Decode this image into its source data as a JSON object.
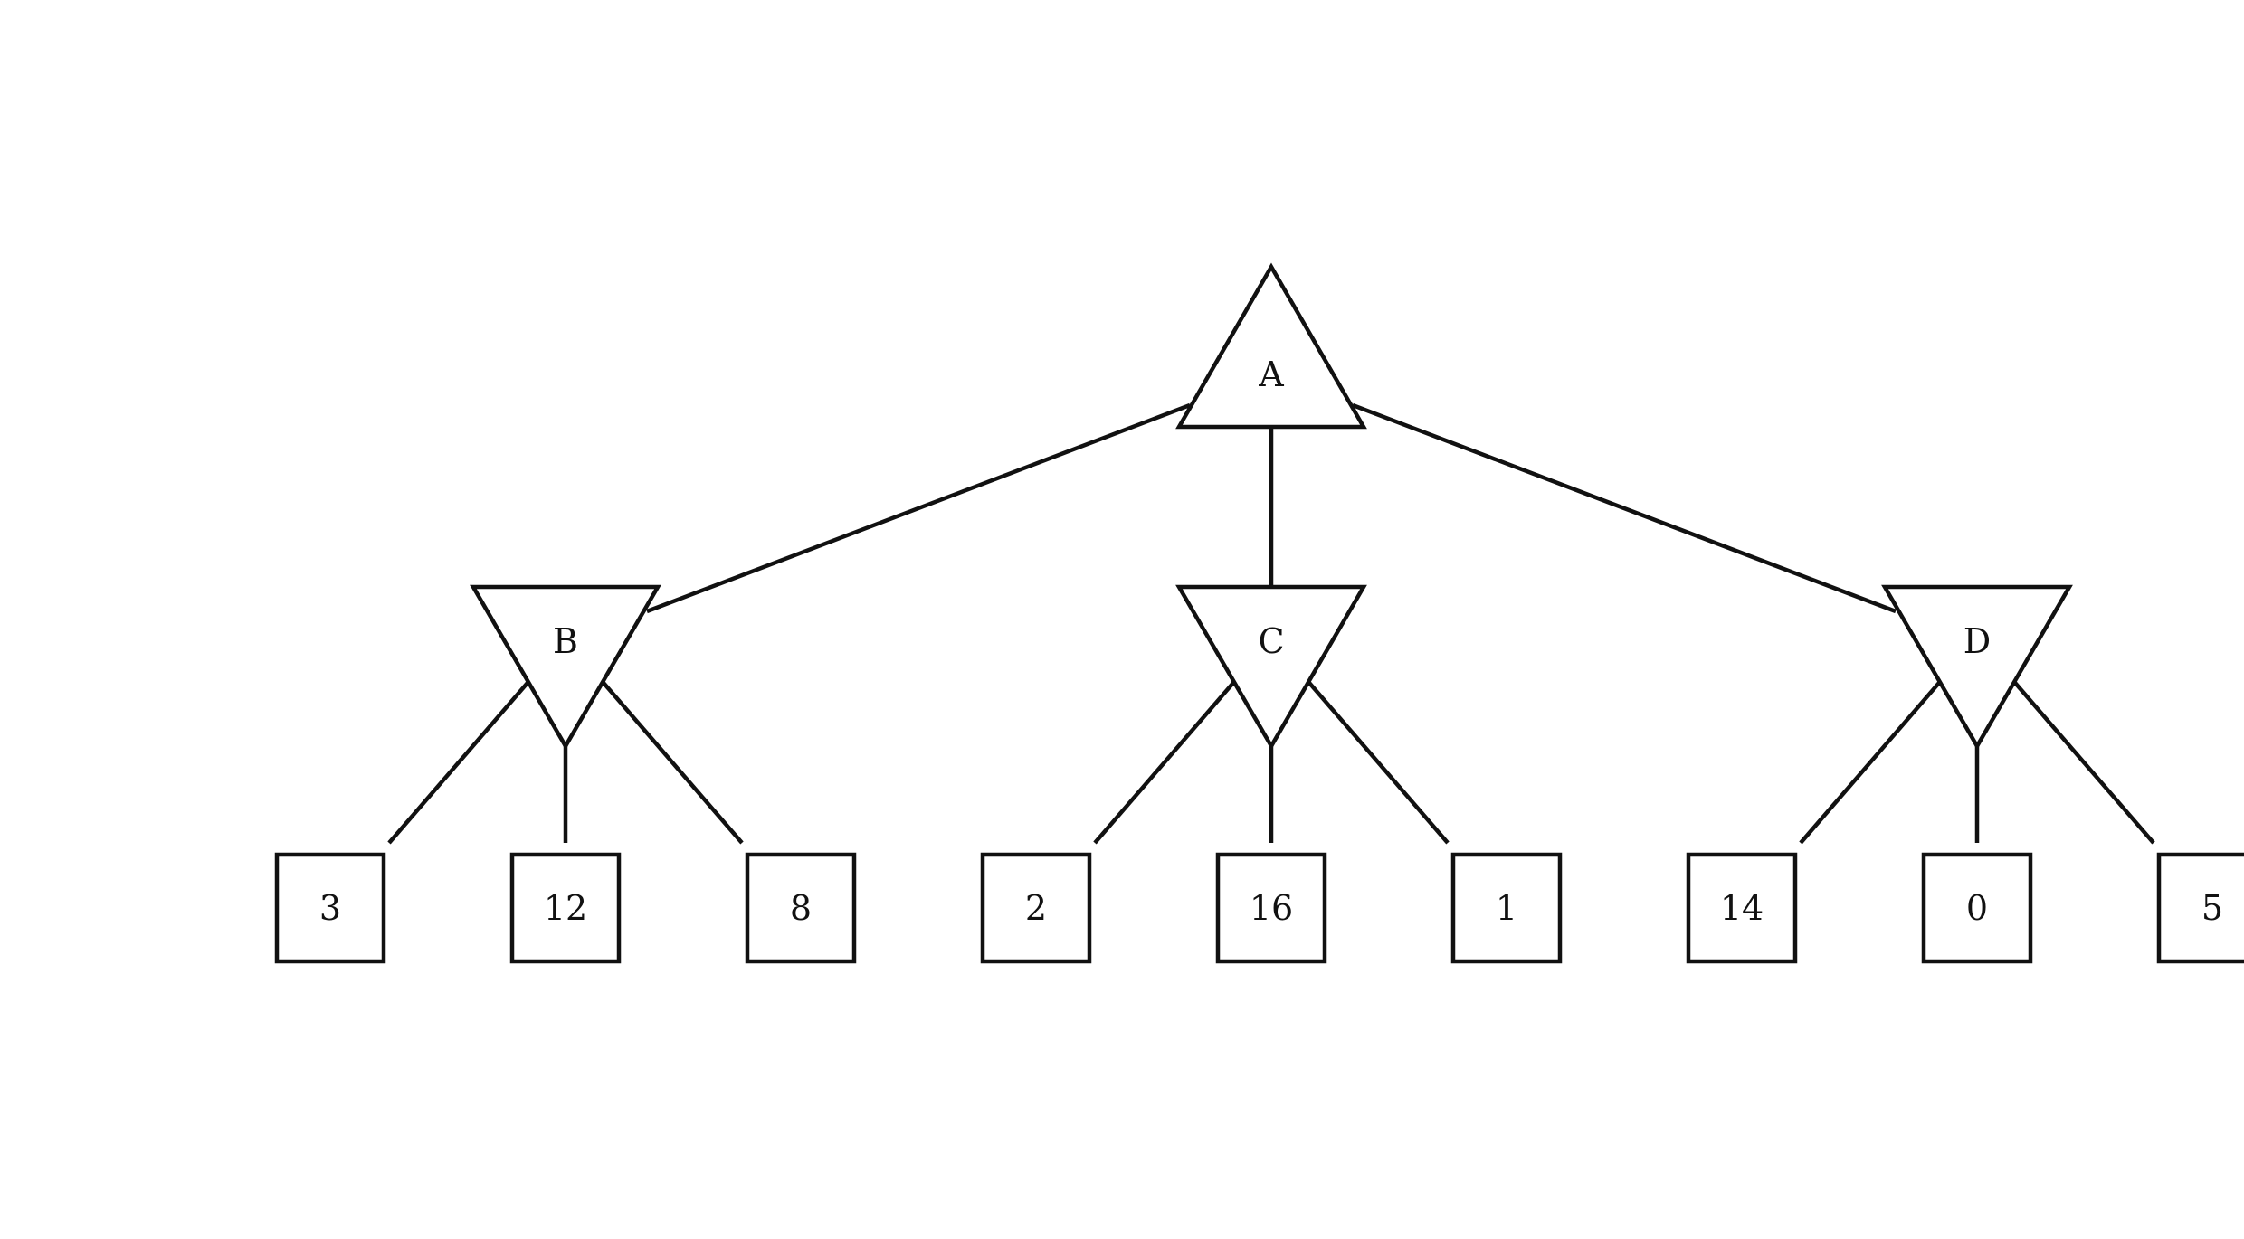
{
  "diagram": {
    "type": "game-tree",
    "root": {
      "id": "A",
      "label": "A",
      "kind": "max"
    },
    "min_nodes": [
      {
        "id": "B",
        "label": "B",
        "kind": "min"
      },
      {
        "id": "C",
        "label": "C",
        "kind": "min"
      },
      {
        "id": "D",
        "label": "D",
        "kind": "min"
      }
    ],
    "leaves": [
      {
        "parent": "B",
        "value": "3"
      },
      {
        "parent": "B",
        "value": "12"
      },
      {
        "parent": "B",
        "value": "8"
      },
      {
        "parent": "C",
        "value": "2"
      },
      {
        "parent": "C",
        "value": "16"
      },
      {
        "parent": "C",
        "value": "1"
      },
      {
        "parent": "D",
        "value": "14"
      },
      {
        "parent": "D",
        "value": "0"
      },
      {
        "parent": "D",
        "value": "5"
      }
    ],
    "colors": {
      "stroke": "#111111",
      "background": "#ffffff"
    }
  }
}
